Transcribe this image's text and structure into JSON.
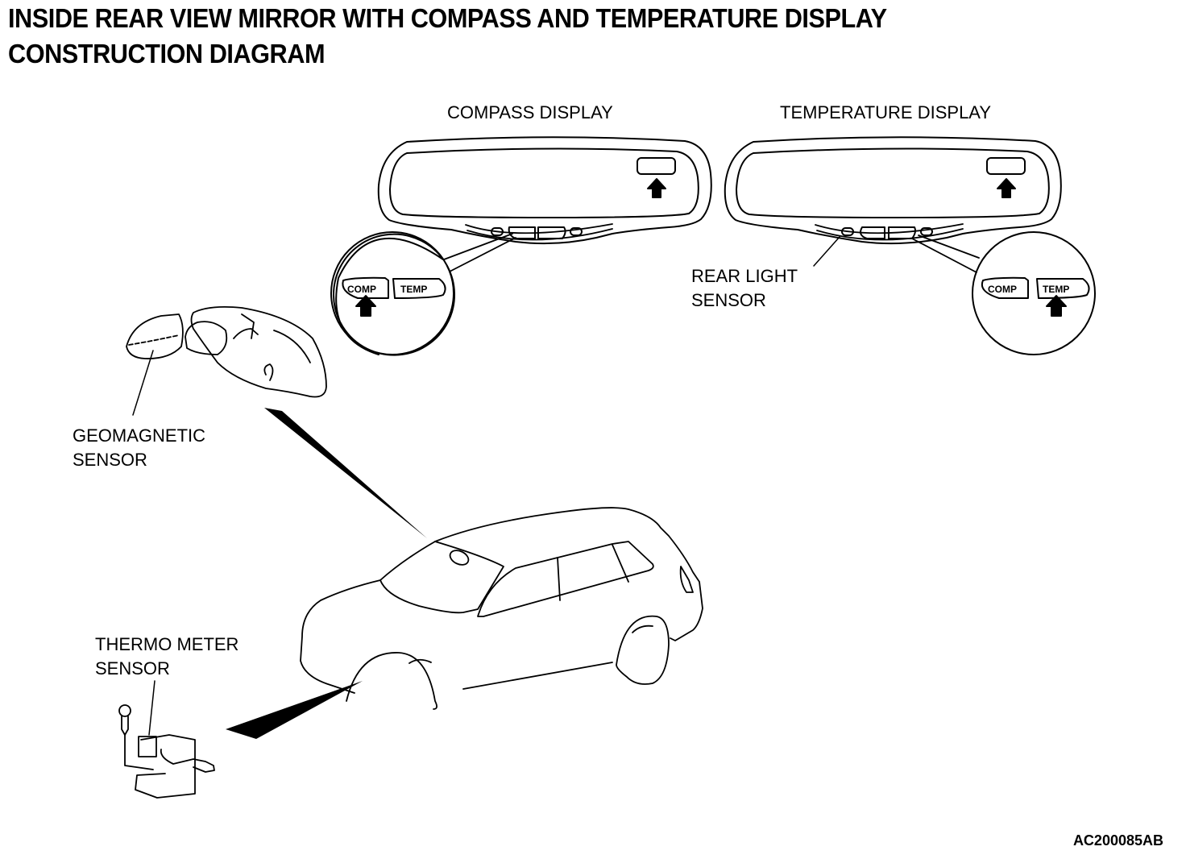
{
  "title": {
    "line1": "INSIDE REAR VIEW MIRROR WITH COMPASS AND TEMPERATURE DISPLAY",
    "line2": "CONSTRUCTION DIAGRAM"
  },
  "panels": {
    "compass": {
      "heading": "COMPASS DISPLAY",
      "buttons": [
        "COMP",
        "TEMP"
      ],
      "active_button": "COMP"
    },
    "temperature": {
      "heading": "TEMPERATURE DISPLAY",
      "buttons": [
        "COMP",
        "TEMP"
      ],
      "active_button": "TEMP"
    }
  },
  "callouts": {
    "rear_light_sensor": [
      "REAR LIGHT",
      "SENSOR"
    ],
    "geomagnetic_sensor": [
      "GEOMAGNETIC",
      "SENSOR"
    ],
    "thermo_meter_sensor": [
      "THERMO METER",
      "SENSOR"
    ]
  },
  "figure_code": "AC200085AB",
  "colors": {
    "ink": "#000000",
    "paper": "#ffffff"
  }
}
